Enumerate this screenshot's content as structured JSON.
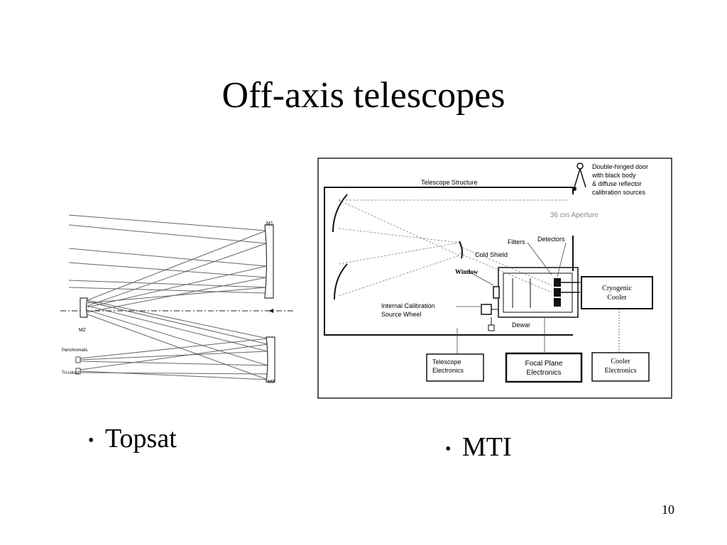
{
  "slide": {
    "title": "Off-axis telescopes",
    "page_number": "10",
    "bullets": [
      {
        "text": "Topsat"
      },
      {
        "text": "MTI"
      }
    ]
  },
  "topsat": {
    "labels": {
      "m1": "M1",
      "m2": "M2",
      "m3": "M3",
      "pan": "Panchromatic",
      "tri": "Tri-colour"
    }
  },
  "mti": {
    "labels": {
      "telescope_structure": "Telescope Structure",
      "door_line1": "Double-hinged door",
      "door_line2": "with black body",
      "door_line3": "& diffuse reflector",
      "door_line4": "calibration sources",
      "aperture": "36 cm Aperture",
      "filters": "Filters",
      "detectors": "Detectors",
      "cold_shield": "Cold Shield",
      "window": "Window",
      "calib_line1": "Internal Calibration",
      "calib_line2": "Source Wheel",
      "dewar": "Dewar",
      "cryo_line1": "Cryogenic",
      "cryo_line2": "Cooler",
      "tel_elec_line1": "Telescope",
      "tel_elec_line2": "Electronics",
      "fpe_line1": "Focal Plane",
      "fpe_line2": "Electronics",
      "cool_elec_line1": "Cooler",
      "cool_elec_line2": "Electronics"
    }
  }
}
